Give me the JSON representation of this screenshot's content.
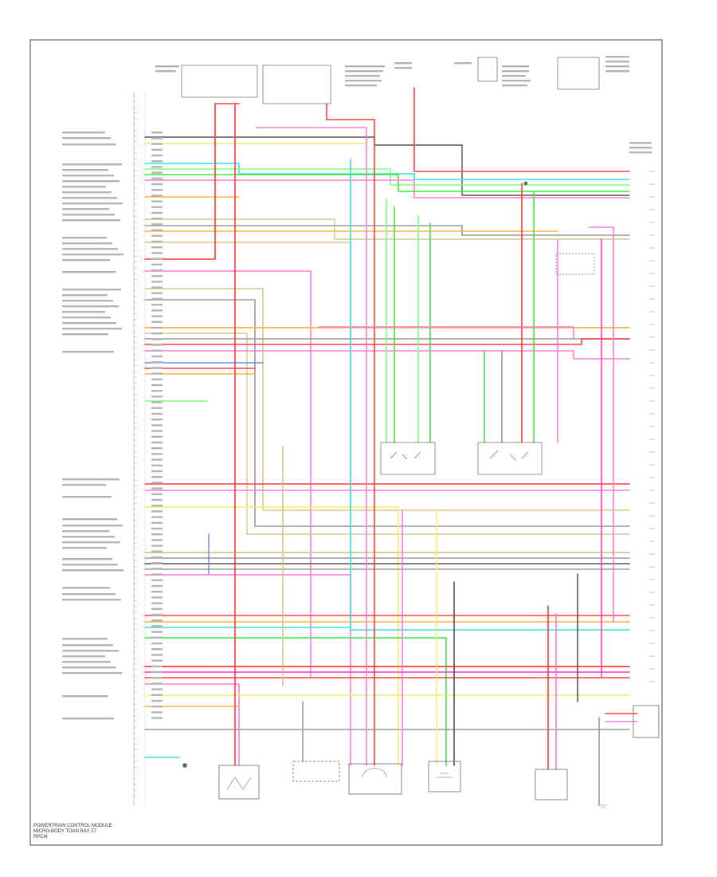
{
  "footer": {
    "caption_line1": "POWERTRAIN CONTROL MODULE",
    "caption_line2": "MICRO-BODY TOAN RAY 27",
    "page_id": "RPCM"
  },
  "colors": {
    "background": "#ffffff",
    "frame": "#444444",
    "wire_red": "#ff3b3b",
    "wire_pink": "#ff7ad9",
    "wire_magenta": "#ff33cc",
    "wire_green": "#3ee83e",
    "wire_lightgreen": "#7dff7d",
    "wire_cyan": "#33e0e0",
    "wire_yellow": "#f2ef6a",
    "wire_orange": "#ffb347",
    "wire_tan": "#d8c88c",
    "wire_gray": "#9a9a9a",
    "wire_dark": "#555555",
    "wire_blue": "#5a6cf0",
    "component": "#666666"
  }
}
